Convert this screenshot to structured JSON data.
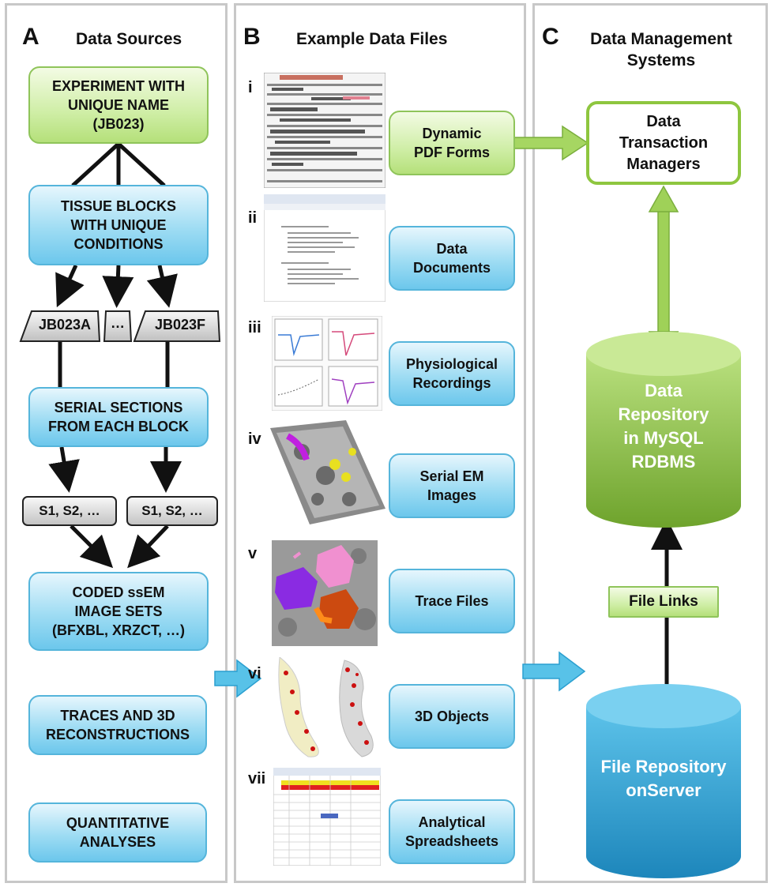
{
  "panels": {
    "a": {
      "letter": "A",
      "title": "Data Sources"
    },
    "b": {
      "letter": "B",
      "title": "Example Data Files"
    },
    "c": {
      "letter": "C",
      "title_line1": "Data Management",
      "title_line2": "Systems"
    }
  },
  "sources": {
    "experiment": [
      "EXPERIMENT WITH",
      "UNIQUE NAME",
      "(JB023)"
    ],
    "tissue": [
      "TISSUE BLOCKS",
      "WITH UNIQUE",
      "CONDITIONS"
    ],
    "block_a": "JB023A",
    "block_mid": "…",
    "block_f": "JB023F",
    "serial": [
      "SERIAL SECTIONS",
      "FROM EACH BLOCK"
    ],
    "sections_left": "S1, S2, …",
    "sections_right": "S1, S2, …",
    "coded": [
      "CODED ssEM",
      "IMAGE SETS",
      "(BFXBL, XRZCT, …)"
    ],
    "traces": [
      "TRACES AND 3D",
      "RECONSTRUCTIONS"
    ],
    "quant": [
      "QUANTITATIVE",
      "ANALYSES"
    ]
  },
  "files": [
    {
      "roman": "i",
      "label": [
        "Dynamic",
        "PDF Forms"
      ],
      "style": "green"
    },
    {
      "roman": "ii",
      "label": [
        "Data",
        "Documents"
      ],
      "style": "blue"
    },
    {
      "roman": "iii",
      "label": [
        "Physiological",
        "Recordings"
      ],
      "style": "blue"
    },
    {
      "roman": "iv",
      "label": [
        "Serial EM",
        "Images"
      ],
      "style": "blue"
    },
    {
      "roman": "v",
      "label": [
        "Trace Files"
      ],
      "style": "blue"
    },
    {
      "roman": "vi",
      "label": [
        "3D Objects"
      ],
      "style": "blue"
    },
    {
      "roman": "vii",
      "label": [
        "Analytical",
        "Spreadsheets"
      ],
      "style": "blue"
    }
  ],
  "systems": {
    "dtm": [
      "Data",
      "Transaction",
      "Managers"
    ],
    "repo": [
      "Data",
      "Repository",
      "in MySQL",
      "RDBMS"
    ],
    "file_links": "File Links",
    "file_repo": [
      "File Repository",
      "onServer"
    ]
  },
  "colors": {
    "blue_box": "#9edcf3",
    "green_box": "#cfeea6",
    "green_cylinder": "#8ec63f",
    "blue_cylinder": "#2a9fd0",
    "panel_border": "#c8c8c8"
  }
}
